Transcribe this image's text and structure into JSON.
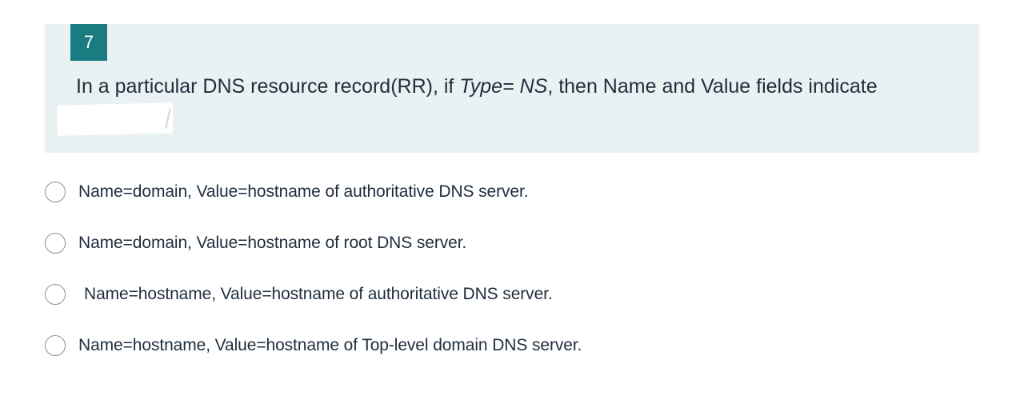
{
  "question": {
    "number": "7",
    "text_before": "In a particular DNS resource record(RR), if ",
    "text_italic": "Type= NS",
    "text_after": ", then Name and Value fields indicate"
  },
  "options": [
    {
      "label": "Name=domain, Value=hostname of authoritative DNS server."
    },
    {
      "label": "Name=domain, Value=hostname of root DNS server."
    },
    {
      "label": "Name=hostname, Value=hostname of authoritative DNS server."
    },
    {
      "label": "Name=hostname, Value=hostname of Top-level domain DNS server."
    }
  ],
  "colors": {
    "card_background": "#e9f1f3",
    "number_badge": "#1a7b80",
    "text": "#1f2d3d"
  }
}
